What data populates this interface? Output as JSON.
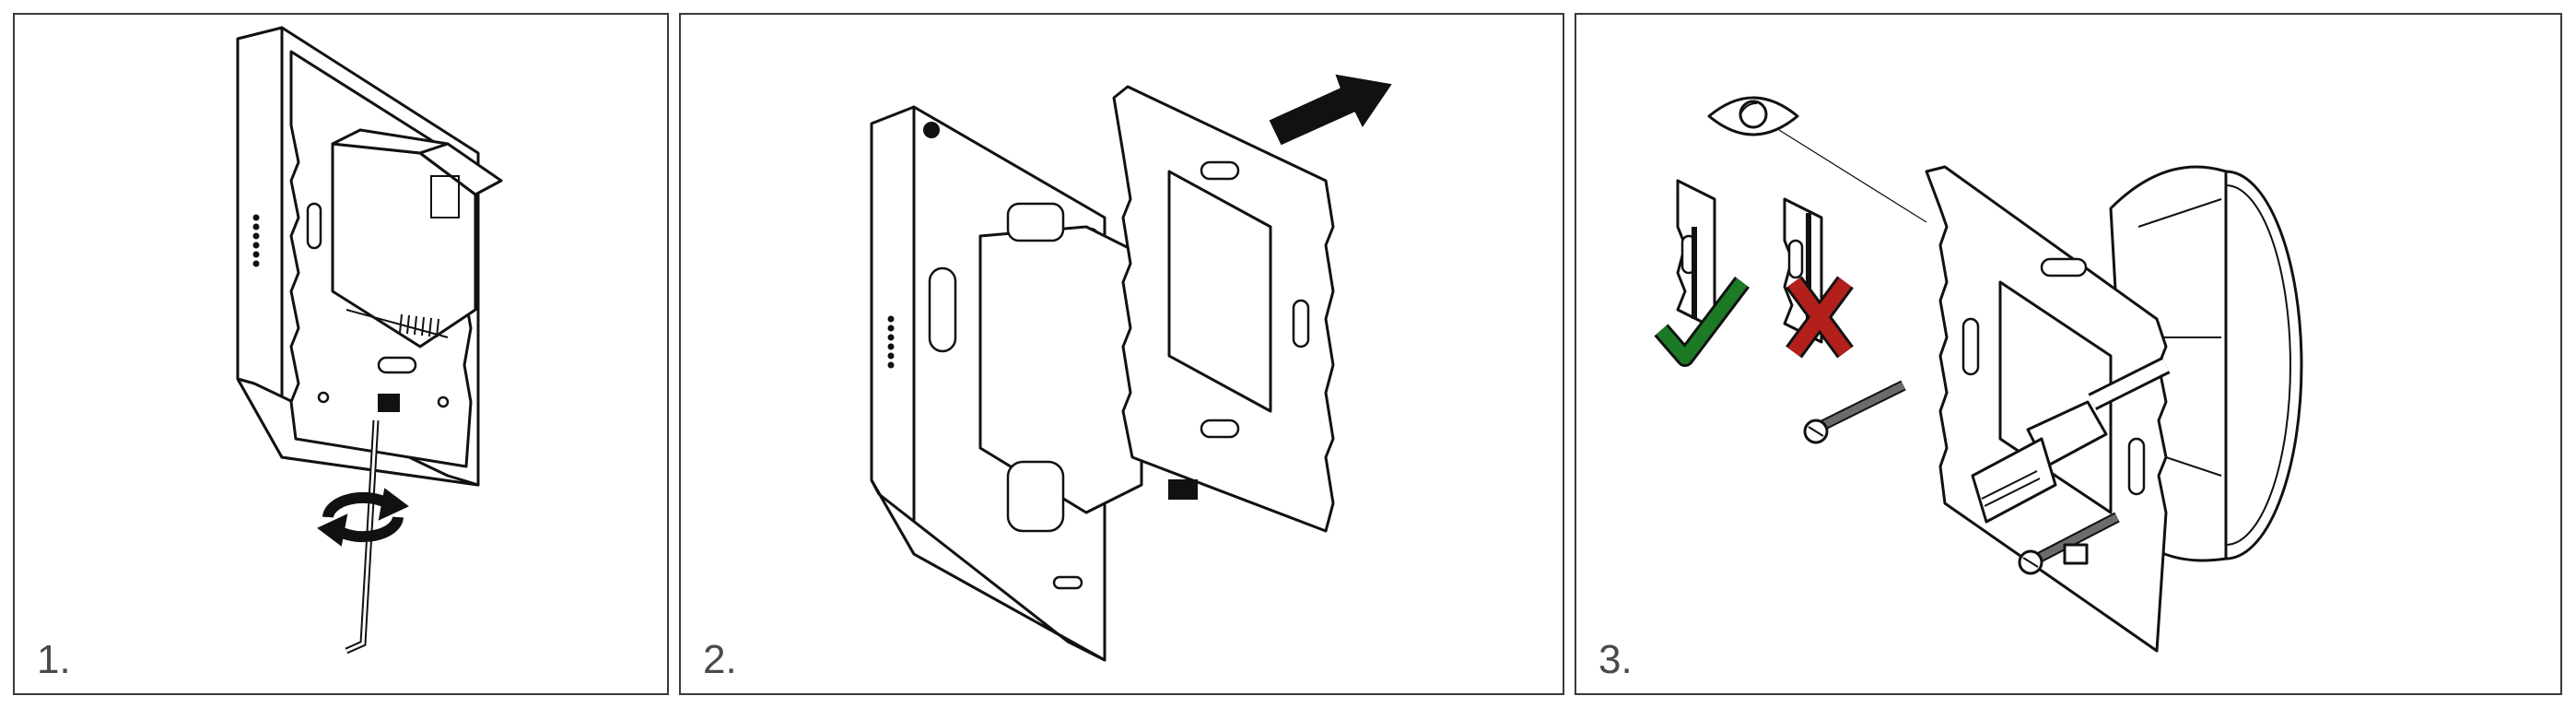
{
  "steps": [
    {
      "label": "1."
    },
    {
      "label": "2."
    },
    {
      "label": "3."
    }
  ],
  "colors": {
    "check": "#1c7a25",
    "cross": "#b3201c",
    "line": "#111111",
    "frame": "#3a3a3a"
  },
  "icons": [
    "rotate-arrows-icon",
    "direction-arrow-icon",
    "eye-icon",
    "check-icon",
    "cross-icon"
  ]
}
